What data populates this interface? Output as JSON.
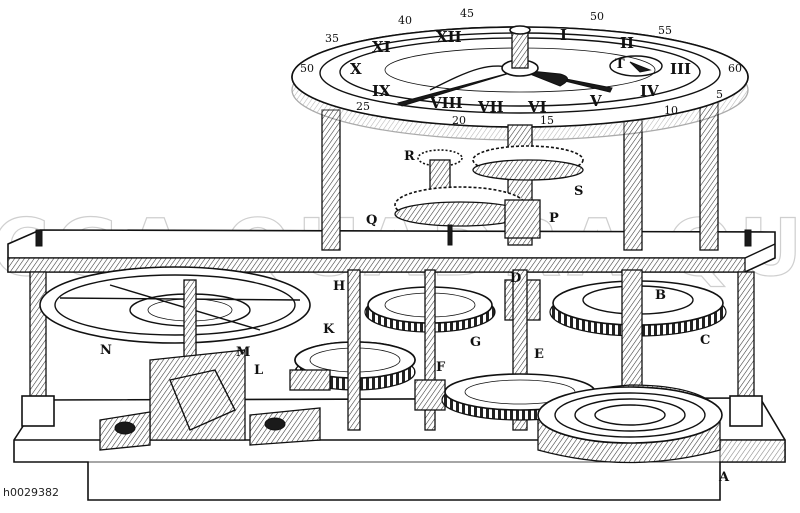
{
  "image_id": "h0029382",
  "watermark": "CGA QUADRA QUA",
  "part_letters": [
    "T",
    "R",
    "S",
    "Q",
    "P",
    "H",
    "D",
    "B",
    "K",
    "G",
    "C",
    "N",
    "M",
    "L",
    "F",
    "E",
    "A"
  ],
  "outer_ring_numbers": [
    "35",
    "40",
    "45",
    "50",
    "55",
    "60",
    "50",
    "25",
    "20",
    "15",
    "10",
    "5"
  ],
  "roman_numerals": [
    "XI",
    "XII",
    "I",
    "II",
    "X",
    "IX",
    "III",
    "VIII",
    "VII",
    "VI",
    "V",
    "IV"
  ]
}
